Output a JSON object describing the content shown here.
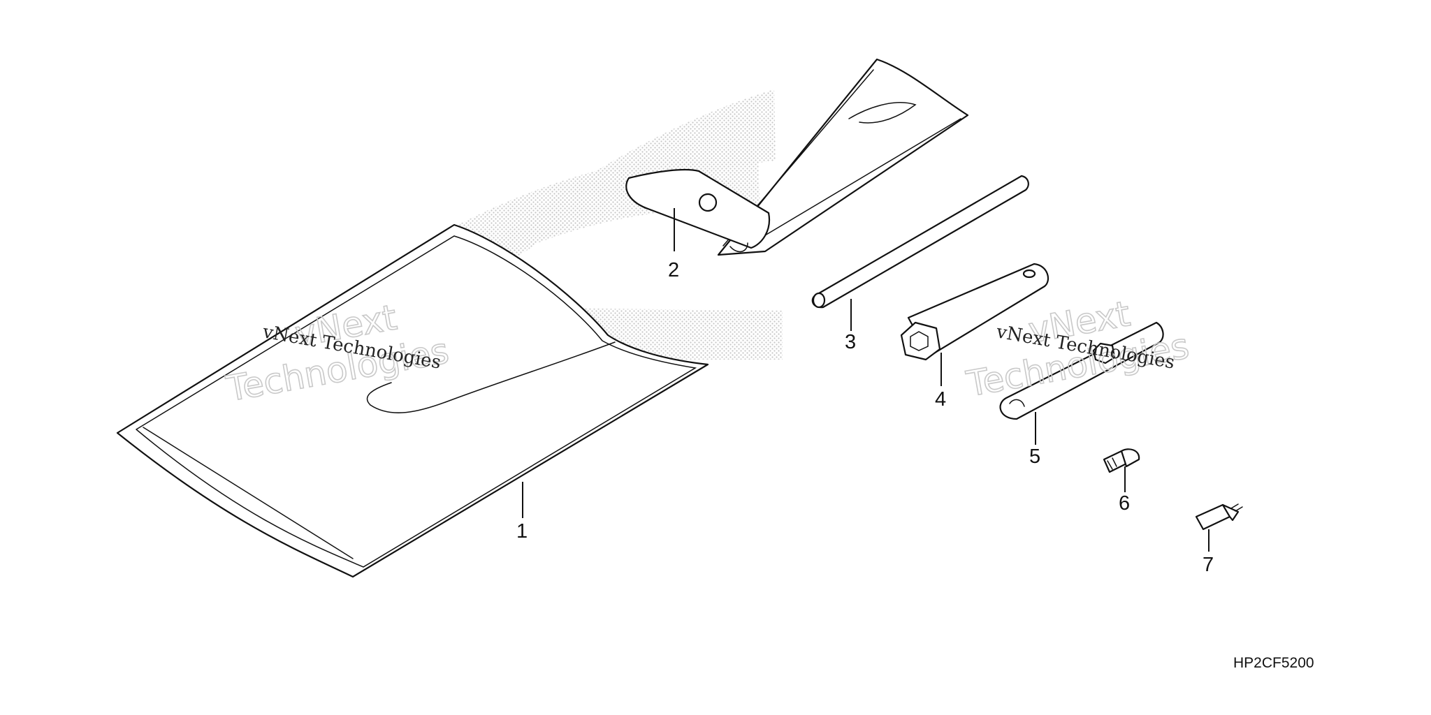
{
  "callouts": [
    "1",
    "2",
    "3",
    "4",
    "5",
    "6",
    "7"
  ],
  "diagram_code": "HP2CF5200",
  "watermark": {
    "big_line1": "vNext",
    "big_line2": "Technologies",
    "small": "vNext Technologies"
  }
}
